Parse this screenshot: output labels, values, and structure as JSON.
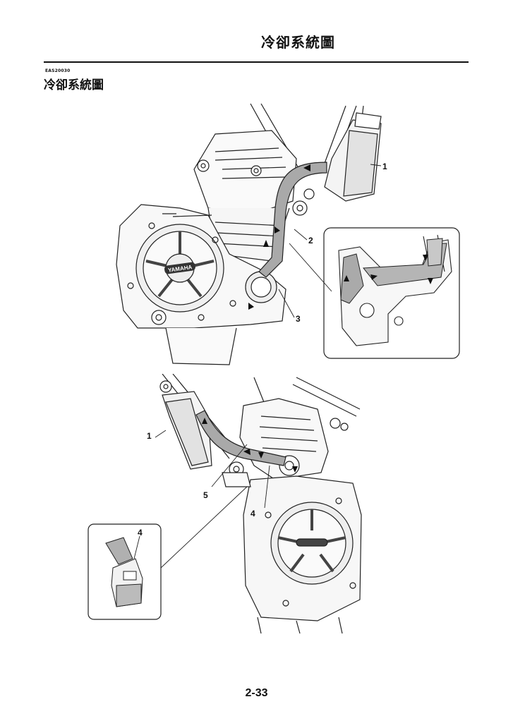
{
  "header": {
    "title": "冷卻系統圖"
  },
  "section": {
    "code": "EAS20030",
    "title": "冷卻系統圖"
  },
  "figure_top": {
    "callouts": [
      "1",
      "2",
      "3"
    ]
  },
  "figure_bottom": {
    "callouts": [
      "1",
      "5",
      "4",
      "4"
    ]
  },
  "logo_text": "YAMAHA",
  "page": {
    "number": "2-33"
  }
}
